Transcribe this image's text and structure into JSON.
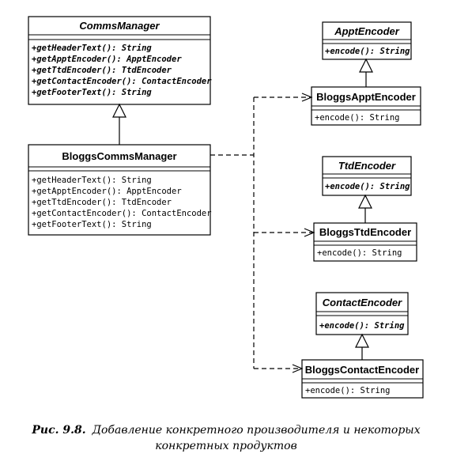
{
  "classes": {
    "comms_manager": {
      "name": "CommsManager",
      "methods": [
        "+getHeaderText(): String",
        "+getApptEncoder(): ApptEncoder",
        "+getTtdEncoder(): TtdEncoder",
        "+getContactEncoder(): ContactEncoder",
        "+getFooterText(): String"
      ]
    },
    "bloggs_comms_manager": {
      "name": "BloggsCommsManager",
      "methods": [
        "+getHeaderText(): String",
        "+getApptEncoder(): ApptEncoder",
        "+getTtdEncoder(): TtdEncoder",
        "+getContactEncoder(): ContactEncoder",
        "+getFooterText(): String"
      ]
    },
    "appt_encoder": {
      "name": "ApptEncoder",
      "methods": [
        "+encode(): String"
      ]
    },
    "bloggs_appt_encoder": {
      "name": "BloggsApptEncoder",
      "methods": [
        "+encode(): String"
      ]
    },
    "ttd_encoder": {
      "name": "TtdEncoder",
      "methods": [
        "+encode(): String"
      ]
    },
    "bloggs_ttd_encoder": {
      "name": "BloggsTtdEncoder",
      "methods": [
        "+encode(): String"
      ]
    },
    "contact_encoder": {
      "name": "ContactEncoder",
      "methods": [
        "+encode(): String"
      ]
    },
    "bloggs_contact_encoder": {
      "name": "BloggsContactEncoder",
      "methods": [
        "+encode(): String"
      ]
    }
  },
  "caption": {
    "label": "Рис. 9.8.",
    "line1": "Добавление конкретного производителя и некоторых",
    "line2": "конкретных продуктов"
  }
}
